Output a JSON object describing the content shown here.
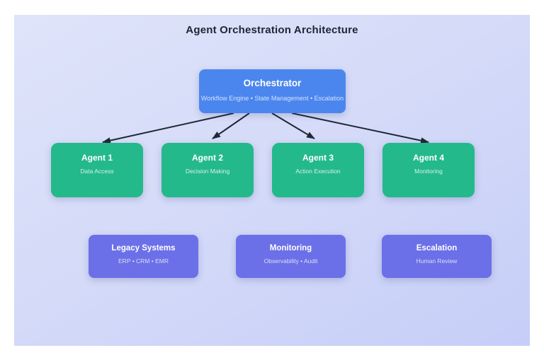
{
  "diagram": {
    "title": "Agent Orchestration Architecture",
    "nodes": {
      "orchestrator": {
        "id": "orchestrator",
        "title": "Orchestrator",
        "subtitle": "Workflow Engine • State Management • Escalation",
        "color": "#4b86ee"
      },
      "agents": [
        {
          "id": "agent-1",
          "title": "Agent 1",
          "subtitle": "Data Access",
          "color": "#24b98b"
        },
        {
          "id": "agent-2",
          "title": "Agent 2",
          "subtitle": "Decision Making",
          "color": "#24b98b"
        },
        {
          "id": "agent-3",
          "title": "Agent 3",
          "subtitle": "Action Execution",
          "color": "#24b98b"
        },
        {
          "id": "agent-4",
          "title": "Agent 4",
          "subtitle": "Monitoring",
          "color": "#24b98b"
        }
      ],
      "systems": [
        {
          "id": "legacy-systems",
          "title": "Legacy Systems",
          "subtitle": "ERP • CRM • EMR",
          "color": "#6b70e8"
        },
        {
          "id": "monitoring",
          "title": "Monitoring",
          "subtitle": "Observability • Audit",
          "color": "#6b70e8"
        },
        {
          "id": "escalation",
          "title": "Escalation",
          "subtitle": "Human Review",
          "color": "#6b70e8"
        }
      ]
    },
    "edges": [
      {
        "from": "orchestrator",
        "to": "agent-1"
      },
      {
        "from": "orchestrator",
        "to": "agent-2"
      },
      {
        "from": "orchestrator",
        "to": "agent-3"
      },
      {
        "from": "orchestrator",
        "to": "agent-4"
      }
    ],
    "colors": {
      "background_top": "#dfe4fa",
      "background_bottom": "#c6cef8",
      "page_margin": "#ffffff",
      "title_text": "#1d2633",
      "arrow": "#1e2936",
      "orchestrator_fill": "#4b86ee",
      "agent_fill": "#24b98b",
      "system_fill": "#6b70e8"
    }
  }
}
